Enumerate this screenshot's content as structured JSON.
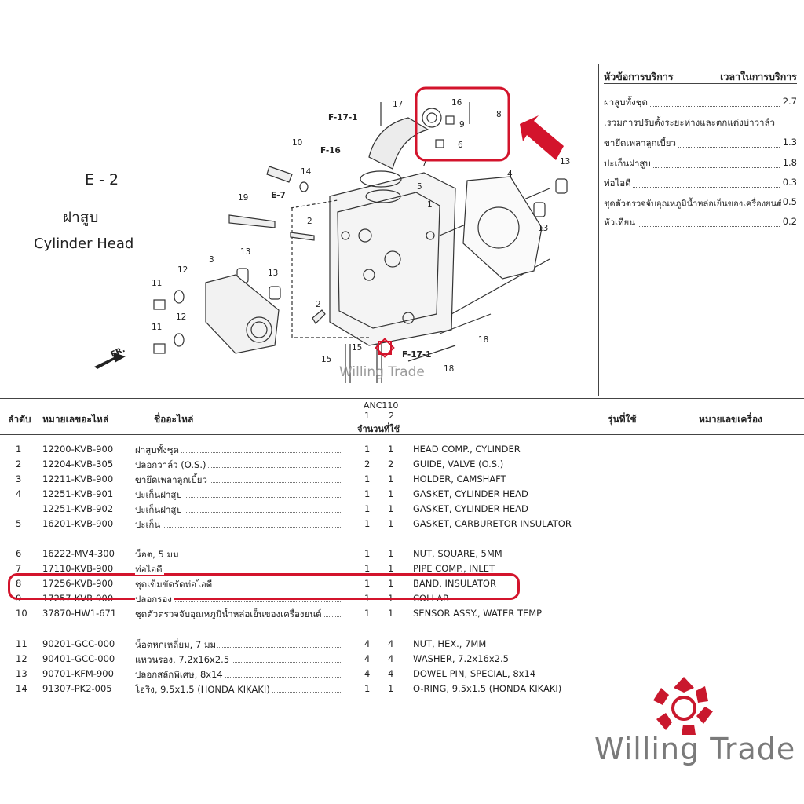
{
  "section": {
    "code": "E - 2",
    "title_th": "ฝาสูบ",
    "title_en": "Cylinder Head"
  },
  "service_table": {
    "col_item": "หัวข้อการบริการ",
    "col_time": "เวลาในการบริการ",
    "rows": [
      {
        "name": "ฝาสูบทั้งชุด",
        "value": "2.7"
      },
      {
        "name": ".รวมการปรับตั้งระยะห่างและตกแต่งบ่าวาล์ว",
        "value": ""
      },
      {
        "name": "ขายึดเพลาลูกเบี้ยว",
        "value": "1.3"
      },
      {
        "name": "ปะเก็นฝาสูบ",
        "value": "1.8"
      },
      {
        "name": "ท่อไอดี",
        "value": "0.3"
      },
      {
        "name": "ชุดตัวตรวจจับอุณหภูมิน้ำหล่อเย็นของเครื่องยนต์",
        "value": "0.5"
      },
      {
        "name": "หัวเทียน",
        "value": "0.2"
      }
    ]
  },
  "diagram": {
    "refs": [
      "F-17-1",
      "F-16",
      "E-7",
      "F-17-1"
    ],
    "callouts": [
      "17",
      "16",
      "8",
      "9",
      "6",
      "10",
      "14",
      "7",
      "5",
      "4",
      "13",
      "19",
      "13",
      "1",
      "2",
      "3",
      "13",
      "12",
      "11",
      "13",
      "2",
      "12",
      "11",
      "15",
      "15",
      "18",
      "18"
    ],
    "fr_label": "FR.",
    "accent_color": "#d3142c"
  },
  "parts_table": {
    "headers": {
      "no": "ลำดับ",
      "part_no": "หมายเลขอะไหล่",
      "name": "ชื่ออะไหล่",
      "model": "ANC110",
      "col1": "1",
      "col2": "2",
      "qty": "จำนวนที่ใช้",
      "variant": "รุ่นที่ใช้",
      "engine": "หมายเลขเครื่อง"
    },
    "rows": [
      {
        "no": "1",
        "part": "12200-KVB-900",
        "name": "ฝาสูบทั้งชุด",
        "q1": "1",
        "q2": "1",
        "desc": "HEAD COMP., CYLINDER"
      },
      {
        "no": "2",
        "part": "12204-KVB-305",
        "name": "ปลอกวาล์ว (O.S.)",
        "q1": "2",
        "q2": "2",
        "desc": "GUIDE, VALVE (O.S.)"
      },
      {
        "no": "3",
        "part": "12211-KVB-900",
        "name": "ขายึดเพลาลูกเบี้ยว",
        "q1": "1",
        "q2": "1",
        "desc": "HOLDER, CAMSHAFT"
      },
      {
        "no": "4",
        "part": "12251-KVB-901",
        "name": "ปะเก็นฝาสูบ",
        "q1": "1",
        "q2": "1",
        "desc": "GASKET, CYLINDER HEAD"
      },
      {
        "no": "",
        "part": "12251-KVB-902",
        "name": "ปะเก็นฝาสูบ",
        "q1": "1",
        "q2": "1",
        "desc": "GASKET, CYLINDER HEAD"
      },
      {
        "no": "5",
        "part": "16201-KVB-900",
        "name": "ปะเก็น",
        "q1": "1",
        "q2": "1",
        "desc": "GASKET, CARBURETOR INSULATOR"
      },
      {
        "no": "6",
        "part": "16222-MV4-300",
        "name": "น็อต, 5 มม",
        "q1": "1",
        "q2": "1",
        "desc": "NUT, SQUARE, 5MM"
      },
      {
        "no": "7",
        "part": "17110-KVB-900",
        "name": "ท่อไอดี",
        "q1": "1",
        "q2": "1",
        "desc": "PIPE COMP., INLET"
      },
      {
        "no": "8",
        "part": "17256-KVB-900",
        "name": "ชุดเข็มขัดรัดท่อไอดี",
        "q1": "1",
        "q2": "1",
        "desc": "BAND, INSULATOR"
      },
      {
        "no": "9",
        "part": "17257-KVB-900",
        "name": "ปลอกรอง",
        "q1": "1",
        "q2": "1",
        "desc": "COLLAR"
      },
      {
        "no": "10",
        "part": "37870-HW1-671",
        "name": "ชุดตัวตรวจจับอุณหภูมิน้ำหล่อเย็นของเครื่องยนต์",
        "q1": "1",
        "q2": "1",
        "desc": "SENSOR ASSY., WATER TEMP"
      },
      {
        "no": "11",
        "part": "90201-GCC-000",
        "name": "น็อตหกเหลี่ยม, 7 มม",
        "q1": "4",
        "q2": "4",
        "desc": "NUT, HEX., 7MM"
      },
      {
        "no": "12",
        "part": "90401-GCC-000",
        "name": "แหวนรอง, 7.2x16x2.5",
        "q1": "4",
        "q2": "4",
        "desc": "WASHER, 7.2x16x2.5"
      },
      {
        "no": "13",
        "part": "90701-KFM-900",
        "name": "ปลอกสลักพิเศษ, 8x14",
        "q1": "4",
        "q2": "4",
        "desc": "DOWEL PIN, SPECIAL, 8x14"
      },
      {
        "no": "14",
        "part": "91307-PK2-005",
        "name": "โอริง, 9.5x1.5 (HONDA KIKAKI)",
        "q1": "1",
        "q2": "1",
        "desc": "O-RING, 9.5x1.5 (HONDA KIKAKI)"
      }
    ]
  },
  "watermark": "Willing Trade",
  "logo_text": "Willing Trade"
}
